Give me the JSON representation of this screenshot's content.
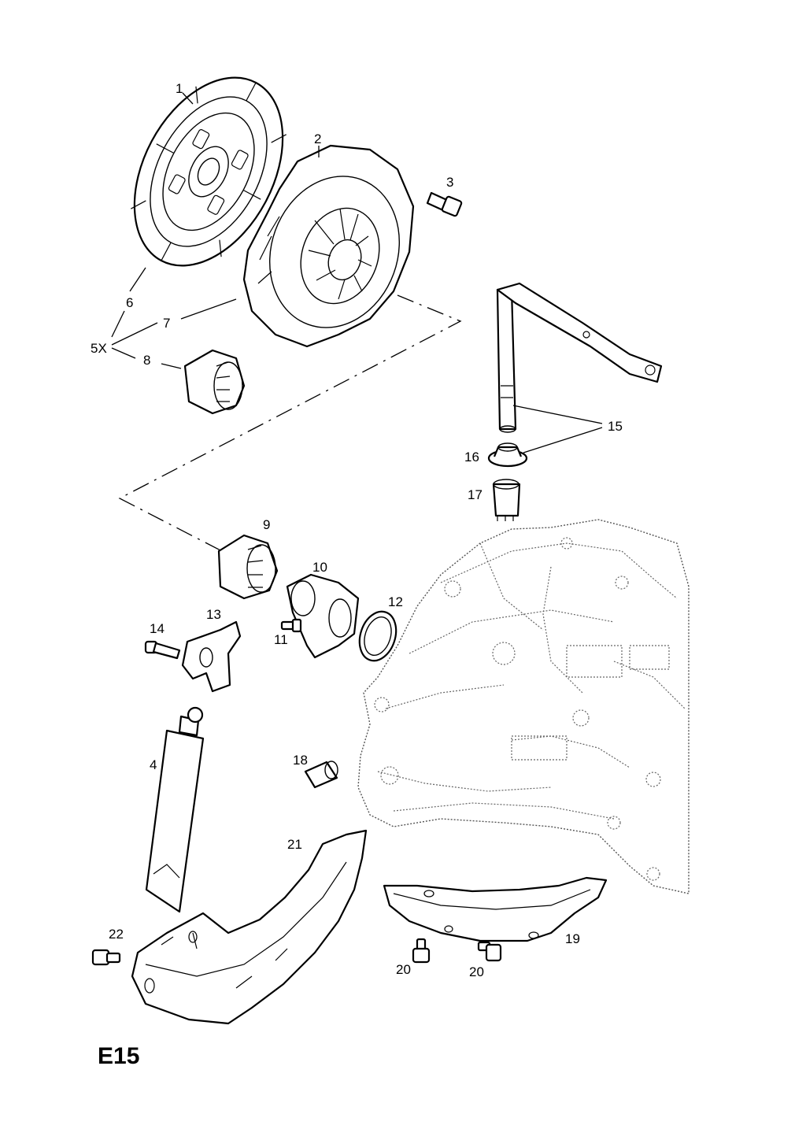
{
  "diagram_code": "E15",
  "callouts": {
    "c1": "1",
    "c2": "2",
    "c3": "3",
    "c4": "4",
    "c5x": "5X",
    "c6": "6",
    "c7": "7",
    "c8": "8",
    "c9": "9",
    "c10": "10",
    "c11": "11",
    "c12": "12",
    "c13": "13",
    "c14": "14",
    "c15": "15",
    "c16": "16",
    "c17": "17",
    "c18": "18",
    "c19": "19",
    "c20a": "20",
    "c20b": "20",
    "c21": "21",
    "c22": "22"
  }
}
